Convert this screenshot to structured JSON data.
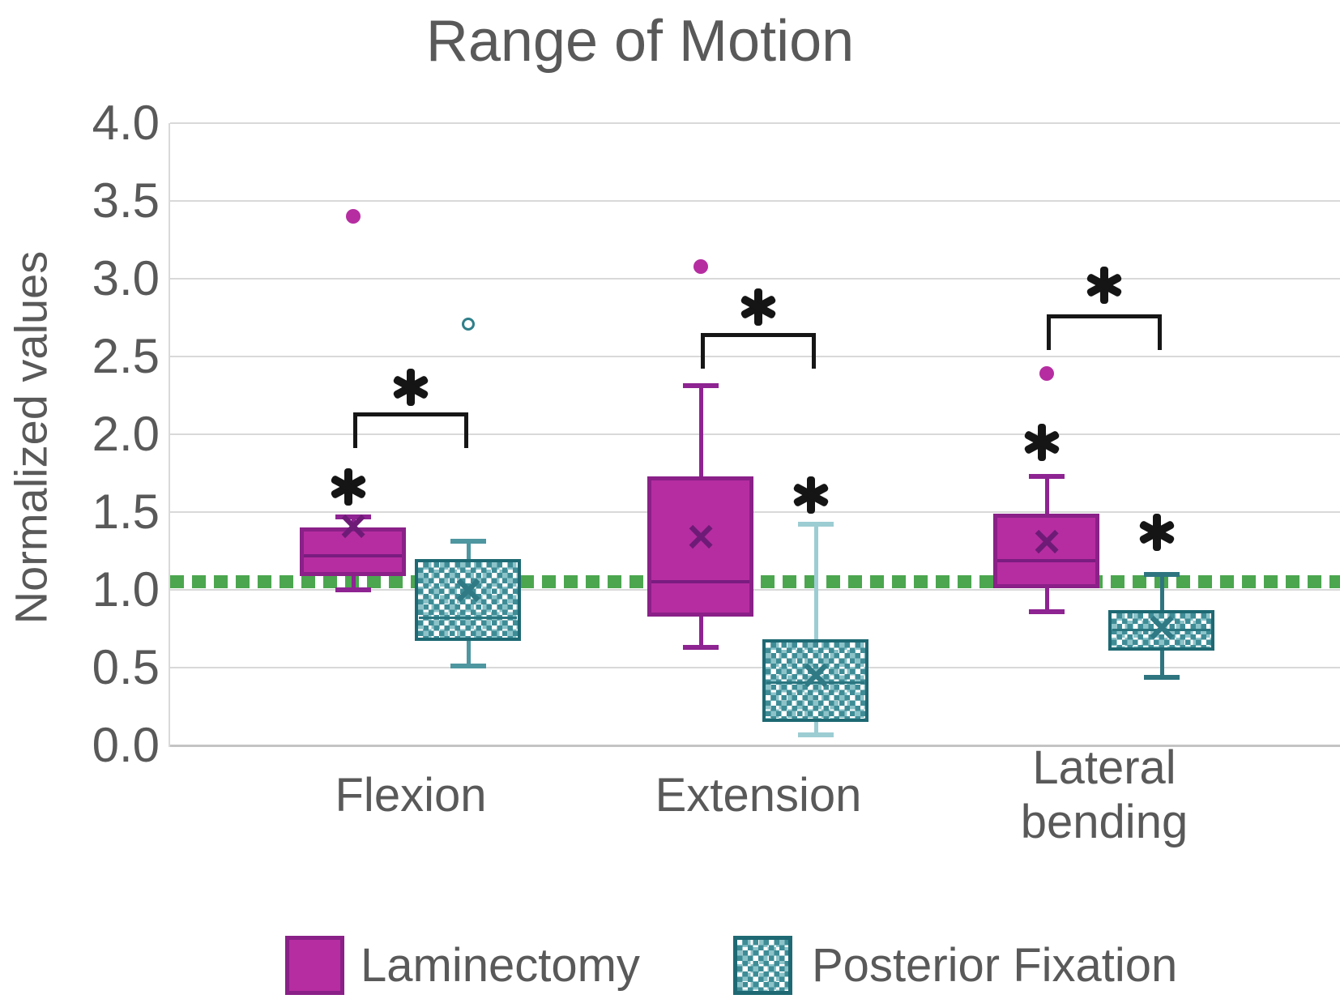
{
  "chart_data": {
    "type": "boxplot",
    "title": "Range of Motion",
    "ylabel": "Normalized values",
    "ylim": [
      0.0,
      4.0
    ],
    "ytick_labels": [
      "4.0",
      "3.5",
      "3.0",
      "2.5",
      "2.0",
      "1.5",
      "1.0",
      "0.5",
      "0.0"
    ],
    "grid": "horizontal",
    "legend_position": "bottom",
    "baseline": {
      "value": 1.05,
      "style": "dashed",
      "color": "#4CA64F"
    },
    "categories": [
      "Flexion",
      "Extension",
      "Lateral bending"
    ],
    "series": [
      {
        "name": "Laminectomy",
        "fill": "#B62DA1",
        "border": "#8A2088",
        "median_color": "#7A1C80",
        "mean_color": "#6E1B77",
        "whisker_color": "#8E2392",
        "boxes": [
          {
            "category": "Flexion",
            "whisker_low": 1.0,
            "q1": 1.09,
            "median": 1.22,
            "q3": 1.4,
            "whisker_high": 1.47,
            "mean": 1.41,
            "outliers": [
              3.4
            ],
            "outlier_style": "filled"
          },
          {
            "category": "Extension",
            "whisker_low": 0.63,
            "q1": 0.83,
            "median": 1.05,
            "q3": 1.73,
            "whisker_high": 2.31,
            "mean": 1.34,
            "outliers": [
              3.08
            ],
            "outlier_style": "filled"
          },
          {
            "category": "Lateral bending",
            "whisker_low": 0.86,
            "q1": 1.01,
            "median": 1.19,
            "q3": 1.49,
            "whisker_high": 1.73,
            "mean": 1.31,
            "outliers": [
              2.39
            ],
            "outlier_style": "filled"
          }
        ]
      },
      {
        "name": "Posterior Fixation",
        "fill": "pattern-teal-dots",
        "pattern_color": "#3E8C96",
        "border": "#1E6973",
        "median_color": "#2A7680",
        "mean_color": "#2F7A84",
        "boxes": [
          {
            "category": "Flexion",
            "whisker_low": 0.51,
            "q1": 0.67,
            "median": 0.82,
            "q3": 1.2,
            "whisker_high": 1.31,
            "mean": 1.0,
            "outliers": [
              2.71
            ],
            "outlier_style": "open",
            "whisker_color": "#4E96A0"
          },
          {
            "category": "Extension",
            "whisker_low": 0.07,
            "q1": 0.15,
            "median": 0.4,
            "q3": 0.68,
            "whisker_high": 1.42,
            "mean": 0.45,
            "outliers": [],
            "outlier_style": "open",
            "whisker_color": "#9CCDD3"
          },
          {
            "category": "Lateral bending",
            "whisker_low": 0.44,
            "q1": 0.61,
            "median": 0.74,
            "q3": 0.87,
            "whisker_high": 1.1,
            "mean": 0.76,
            "outliers": [],
            "outlier_style": "open",
            "whisker_color": "#2E7580"
          }
        ]
      }
    ],
    "significance": {
      "marker": "*",
      "brackets": [
        {
          "category": "Flexion",
          "top_value": 2.14,
          "asterisk_value": 2.3
        },
        {
          "category": "Extension",
          "top_value": 2.65,
          "asterisk_value": 2.82
        },
        {
          "category": "Lateral bending",
          "top_value": 2.77,
          "asterisk_value": 2.96
        }
      ],
      "box_asterisks": [
        {
          "category": "Flexion",
          "series": "Laminectomy",
          "value": 1.66
        },
        {
          "category": "Extension",
          "series": "Posterior Fixation",
          "value": 1.61
        },
        {
          "category": "Lateral bending",
          "series": "Laminectomy",
          "value": 1.95
        },
        {
          "category": "Lateral bending",
          "series": "Posterior Fixation",
          "value": 1.37
        }
      ]
    },
    "colors": {
      "text_gray": "#595959",
      "gridline": "#D9D9D9",
      "baseline_green": "#4CA64F",
      "laminectomy_magenta": "#B62DA1",
      "fixation_teal": "#3E8C96",
      "significance_black": "#151515",
      "background": "#FFFFFF"
    }
  }
}
